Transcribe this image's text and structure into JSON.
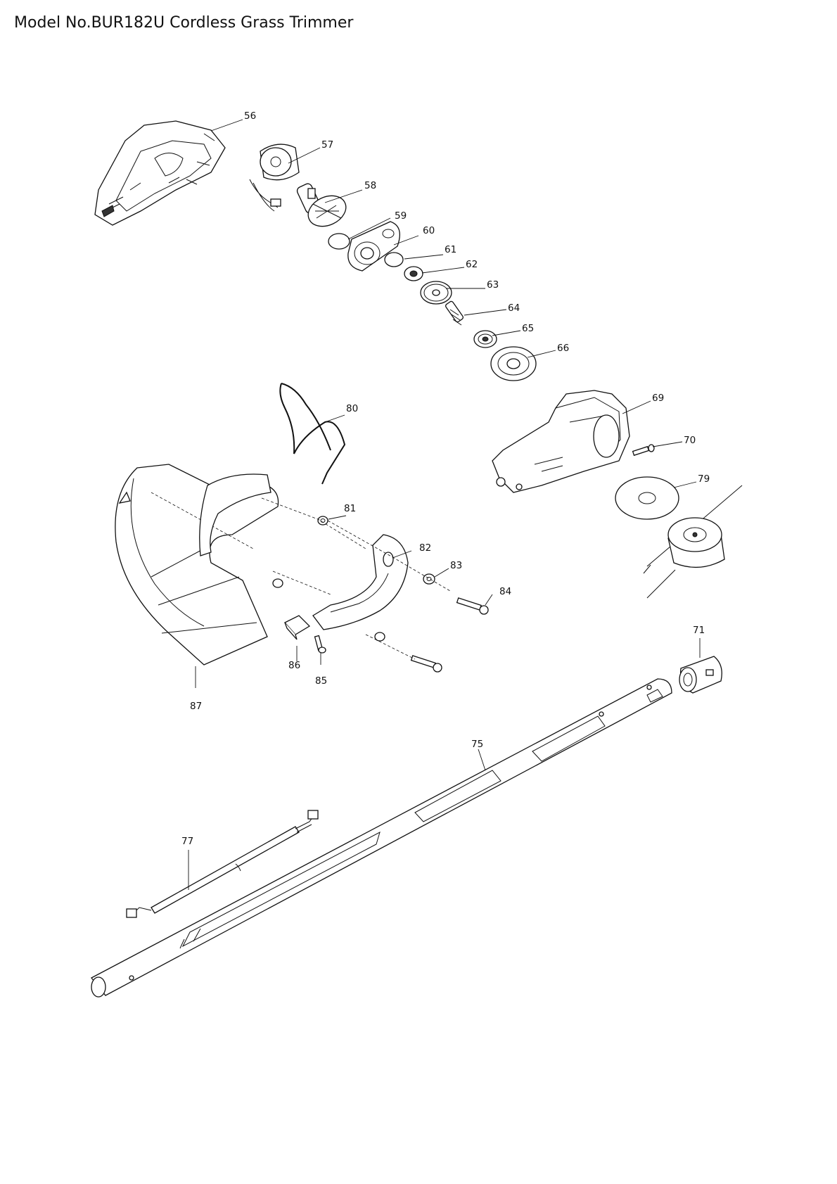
{
  "title": "Model No.BUR182U Cordless Grass Trimmer",
  "parts": [
    {
      "id": "p56",
      "label": "56"
    },
    {
      "id": "p57",
      "label": "57"
    },
    {
      "id": "p58",
      "label": "58"
    },
    {
      "id": "p59",
      "label": "59"
    },
    {
      "id": "p60",
      "label": "60"
    },
    {
      "id": "p61",
      "label": "61"
    },
    {
      "id": "p62",
      "label": "62"
    },
    {
      "id": "p63",
      "label": "63"
    },
    {
      "id": "p64",
      "label": "64"
    },
    {
      "id": "p65",
      "label": "65"
    },
    {
      "id": "p66",
      "label": "66"
    },
    {
      "id": "p69",
      "label": "69"
    },
    {
      "id": "p70",
      "label": "70"
    },
    {
      "id": "p71",
      "label": "71"
    },
    {
      "id": "p75",
      "label": "75"
    },
    {
      "id": "p77",
      "label": "77"
    },
    {
      "id": "p79",
      "label": "79"
    },
    {
      "id": "p80",
      "label": "80"
    },
    {
      "id": "p81",
      "label": "81"
    },
    {
      "id": "p82",
      "label": "82"
    },
    {
      "id": "p83",
      "label": "83"
    },
    {
      "id": "p84",
      "label": "84"
    },
    {
      "id": "p85",
      "label": "85"
    },
    {
      "id": "p86",
      "label": "86"
    },
    {
      "id": "p87",
      "label": "87"
    }
  ]
}
